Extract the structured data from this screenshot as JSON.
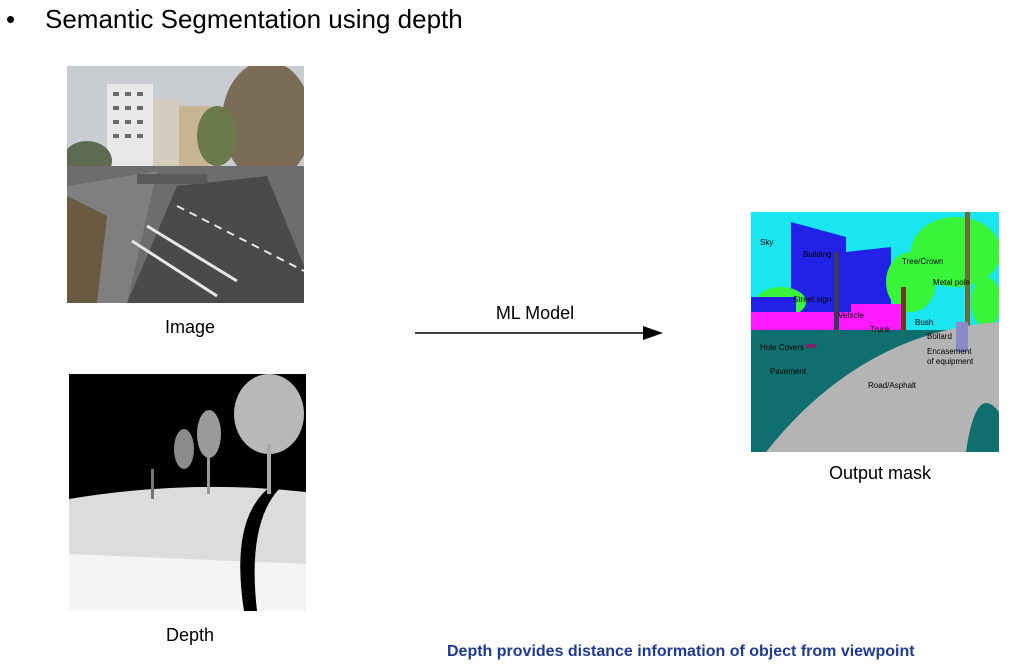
{
  "bullet": "•",
  "title": "Semantic Segmentation using depth",
  "captions": {
    "image": "Image",
    "depth": "Depth",
    "output": "Output mask"
  },
  "arrow_label": "ML Model",
  "note": "Depth provides distance information of object from viewpoint",
  "mask_labels": {
    "sky": "Sky",
    "building": "Building",
    "tree_crown": "Tree/Crown",
    "metal_pole": "Metal pole",
    "street_sign": "Street sign",
    "vehicle": "Vehicle",
    "trunk": "Trunk",
    "bush": "Bush",
    "bollard": "Bollard",
    "hole_covers": "Hole Covers",
    "encasement_line1": "Encasement",
    "encasement_line2": "of equipment",
    "pavement": "Pavement",
    "road": "Road/Asphalt"
  },
  "colors": {
    "sky": "#19e6f0",
    "building": "#2222e6",
    "tree": "#39f53a",
    "vehicle": "#ff19ff",
    "road": "#b4b4b4",
    "pavement": "#0f6e6e",
    "note": "#1f3a93"
  }
}
